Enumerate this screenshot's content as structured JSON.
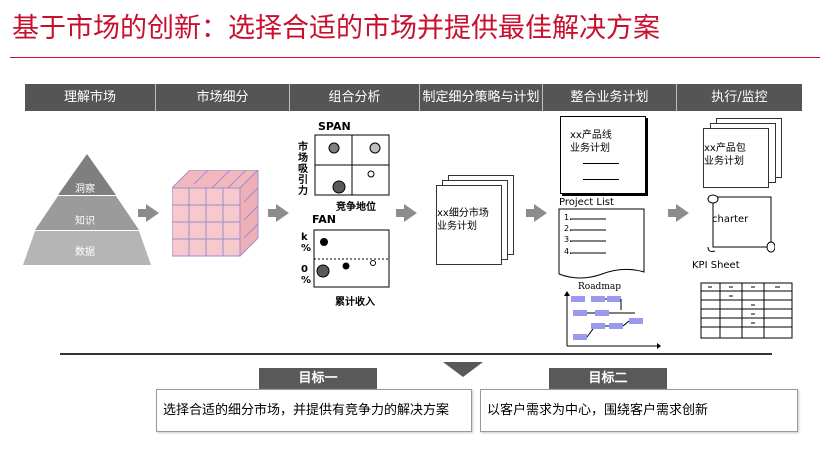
{
  "title": "基于市场的创新：选择合适的市场并提供最佳解决方案",
  "phases": [
    "理解市场",
    "市场细分",
    "组合分析",
    "制定细分策略与计划",
    "整合业务计划",
    "执行/监控"
  ],
  "pyramid": {
    "levels": [
      "洞察",
      "知识",
      "数据"
    ]
  },
  "span": {
    "title": "SPAN",
    "y_label": "市场吸引力",
    "x_label": "竞争地位"
  },
  "fan": {
    "title": "FAN",
    "y_top": "k\n%",
    "y_bottom": "0\n%",
    "x_label": "累计收入"
  },
  "segment_plan": {
    "lines": [
      "xx细分市场",
      "业务计划"
    ]
  },
  "integrated_plan": {
    "lines": [
      "xx产品线",
      "业务计划"
    ]
  },
  "project_list": {
    "title": "Project List",
    "items": [
      "1.",
      "2.",
      "3.",
      "4."
    ]
  },
  "roadmap": {
    "title": "Roadmap"
  },
  "exec_plan": {
    "lines": [
      "xx产品包",
      "业务计划"
    ]
  },
  "charter": {
    "label": "charter"
  },
  "kpi": {
    "title": "KPI Sheet"
  },
  "goals": [
    {
      "label": "目标一",
      "text": "选择合适的细分市场，并提供有竞争力的解决方案"
    },
    {
      "label": "目标二",
      "text": "以客户需求为中心，围绕客户需求创新"
    }
  ],
  "colors": {
    "accent": "#c8102e",
    "bar": "#555555",
    "cube": "#f7c9cc",
    "roadmap": "#9999ee"
  }
}
